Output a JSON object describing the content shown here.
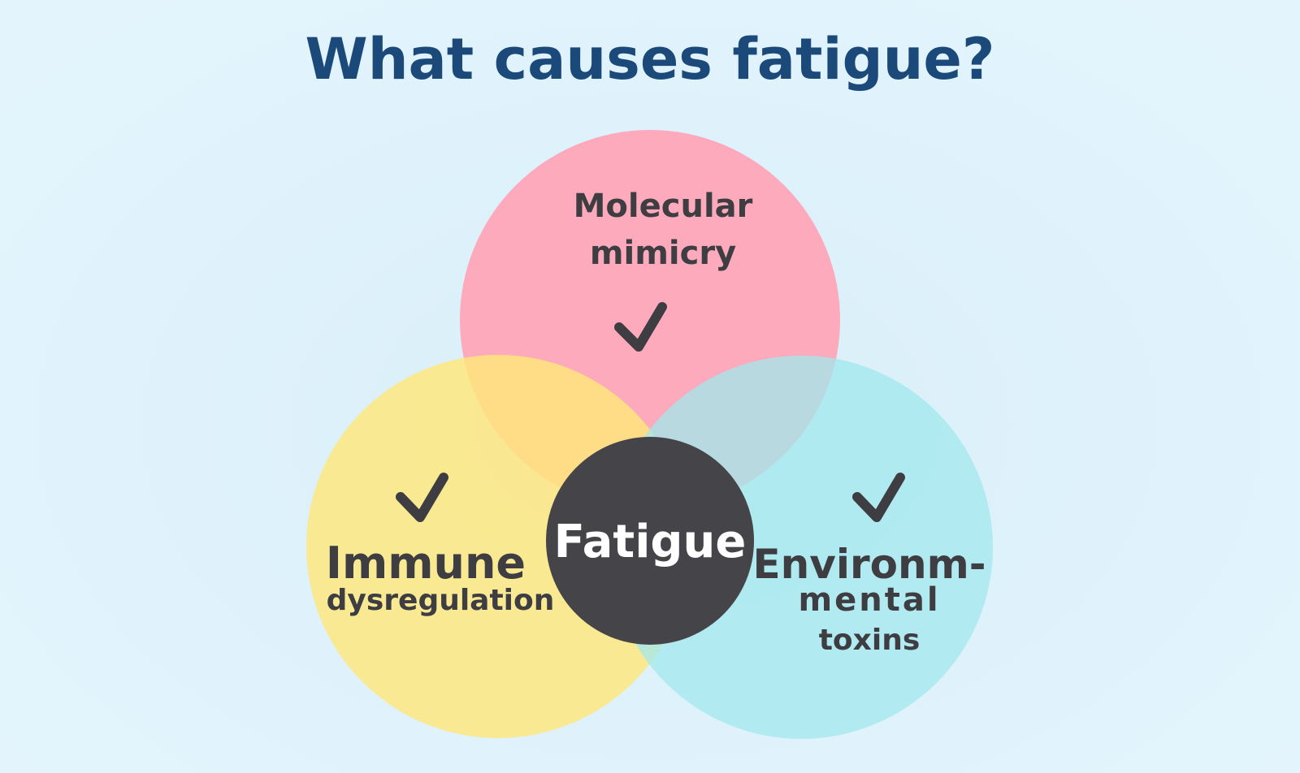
{
  "title": "What causes fatigue?",
  "colors": {
    "title": "#1b4a7a",
    "text": "#3d3d42",
    "center_fill": "#454449",
    "center_text": "#ffffff",
    "molecular_fill": "#ffa5b9",
    "immune_fill": "#ffe67a",
    "environmental_fill": "#a1e8ee"
  },
  "sets": {
    "molecular": {
      "line1": "Molecular",
      "line2": "mimicry",
      "icon": "check-icon"
    },
    "immune": {
      "line1": "Immune",
      "line2": "dysregulation",
      "icon": "check-icon"
    },
    "environmental": {
      "line1": "Environm-",
      "line2": "mental",
      "line3": "toxins",
      "icon": "check-icon"
    }
  },
  "center": {
    "label": "Fatigue"
  }
}
